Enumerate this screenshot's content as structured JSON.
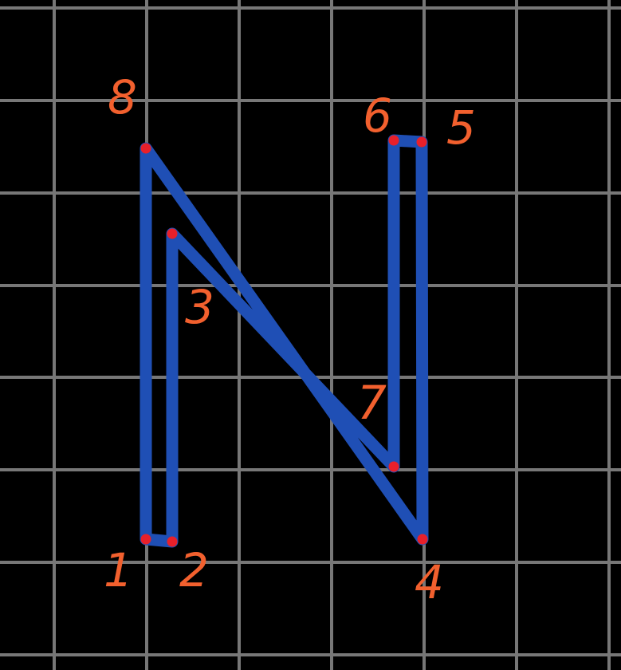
{
  "colors": {
    "background": "#000000",
    "grid": "#777777",
    "letter_stroke": "#1f4fb5",
    "vertex": "#e8202a",
    "label": "#f2602e"
  },
  "labels": {
    "v1": "1",
    "v2": "2",
    "v3": "3",
    "v4": "4",
    "v5": "5",
    "v6": "6",
    "v7": "7",
    "v8": "8"
  }
}
